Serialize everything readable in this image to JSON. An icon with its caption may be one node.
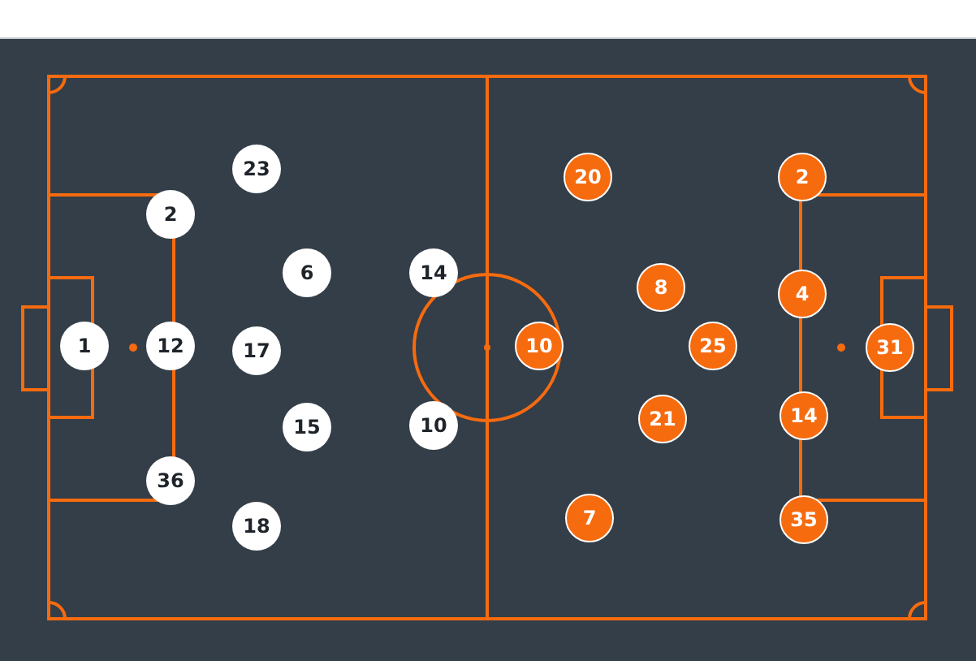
{
  "diagram": {
    "nodes": [
      {
        "text": [
          "1"
        ]
      },
      {
        "text": [
          "2"
        ]
      },
      {
        "text": [
          "12"
        ]
      },
      {
        "text": [
          "36"
        ]
      },
      {
        "text": [
          "23"
        ]
      },
      {
        "text": [
          "17"
        ]
      },
      {
        "text": [
          "18"
        ]
      },
      {
        "text": [
          "6"
        ]
      },
      {
        "text": [
          "15"
        ]
      },
      {
        "text": [
          "14"
        ]
      },
      {
        "text": [
          "10"
        ]
      },
      {
        "text": [
          "10"
        ]
      },
      {
        "text": [
          "20"
        ]
      },
      {
        "text": [
          "7"
        ]
      },
      {
        "text": [
          "8"
        ]
      },
      {
        "text": [
          "21"
        ]
      },
      {
        "text": [
          "25"
        ]
      },
      {
        "text": [
          "2"
        ]
      },
      {
        "text": [
          "4"
        ]
      },
      {
        "text": [
          "14"
        ]
      },
      {
        "text": [
          "35"
        ]
      },
      {
        "text": [
          "31"
        ]
      }
    ]
  }
}
